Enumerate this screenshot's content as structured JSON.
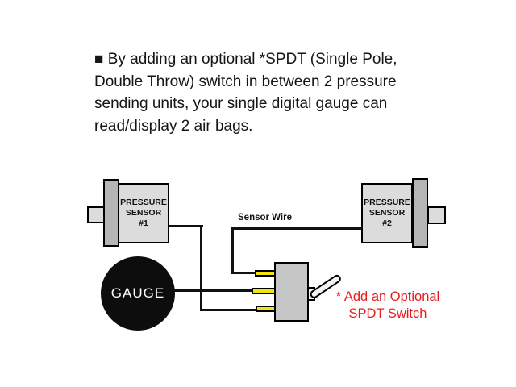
{
  "intro": {
    "lines": [
      "■ By adding an optional *SPDT (Single Pole,",
      "Double Throw) switch in between 2 pressure",
      "sending units, your single digital gauge can",
      "read/display 2 air bags."
    ]
  },
  "diagram": {
    "sensor1": {
      "line1": "PRESSURE",
      "line2": "SENSOR",
      "line3": "#1"
    },
    "sensor2": {
      "line1": "PRESSURE",
      "line2": "SENSOR",
      "line3": "#2"
    },
    "gauge_label": "GAUGE",
    "sensor_wire_label": "Sensor Wire",
    "note_line1": "* Add an Optional",
    "note_line2": "SPDT Switch"
  },
  "colors": {
    "background": "#ffffff",
    "sensor_body": "#dcdcdc",
    "sensor_nut": "#b5b5b5",
    "switch_body": "#c6c6c6",
    "terminal_yellow": "#f0e60e",
    "lever_white": "#f5f5f5",
    "wire": "#111111",
    "gauge_fill": "#0d0d0d",
    "gauge_text": "#ffffff",
    "note_red": "#e81b1b"
  }
}
